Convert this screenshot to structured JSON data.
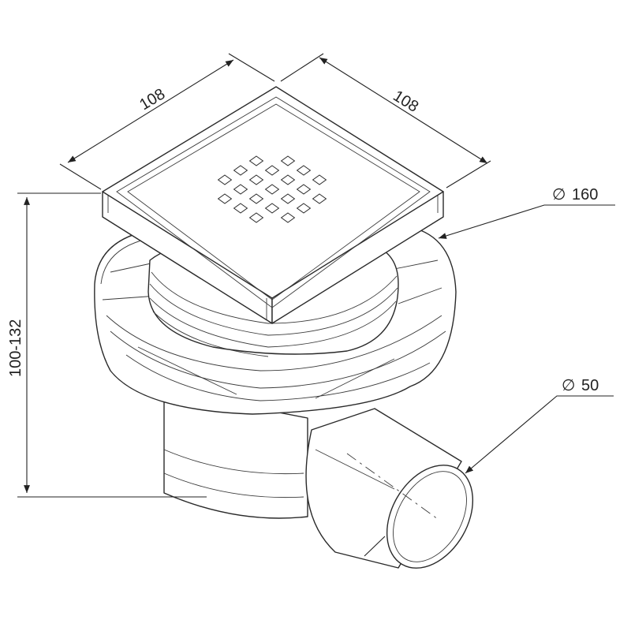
{
  "dimensions": {
    "width_left": "108",
    "width_right": "108",
    "height": "100-132",
    "flange_diameter": "160",
    "outlet_diameter": "50",
    "diameter_symbol": "∅"
  },
  "colors": {
    "line": "#2a2a2a",
    "background": "#ffffff"
  }
}
